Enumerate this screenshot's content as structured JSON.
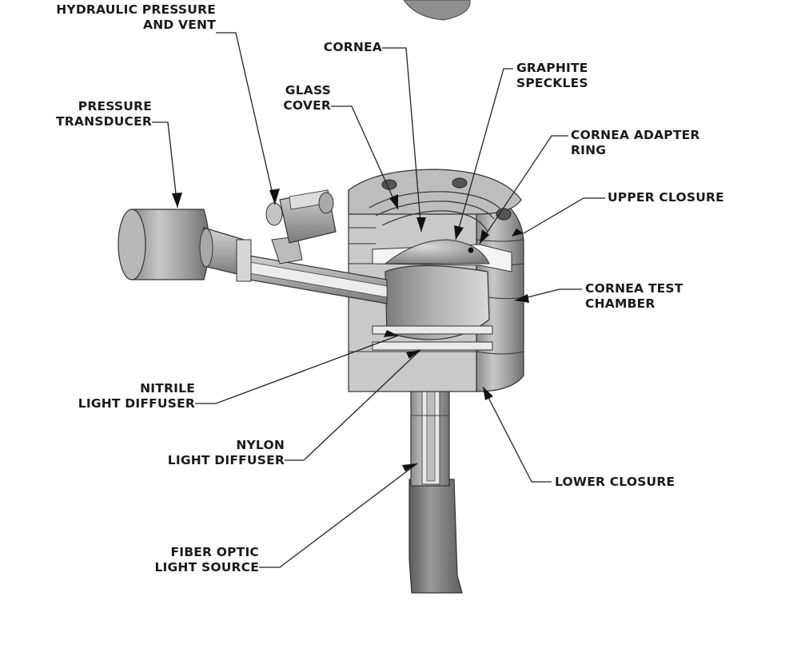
{
  "labels": {
    "hydraulic": [
      "HYDRAULIC PRESSURE",
      "AND VENT"
    ],
    "cornea": [
      "CORNEA"
    ],
    "graphite": [
      "GRAPHITE",
      "SPECKLES"
    ],
    "glass_cover": [
      "GLASS",
      "COVER"
    ],
    "pressure_transducer": [
      "PRESSURE",
      "TRANSDUCER"
    ],
    "adapter_ring": [
      "CORNEA ADAPTER",
      "RING"
    ],
    "upper_closure": [
      "UPPER CLOSURE"
    ],
    "test_chamber": [
      "CORNEA TEST",
      "CHAMBER"
    ],
    "nitrile": [
      "NITRILE",
      "LIGHT DIFFUSER"
    ],
    "nylon": [
      "NYLON",
      "LIGHT DIFFUSER"
    ],
    "lower_closure": [
      "LOWER CLOSURE"
    ],
    "fiber_optic": [
      "FIBER OPTIC",
      "LIGHT SOURCE"
    ]
  }
}
